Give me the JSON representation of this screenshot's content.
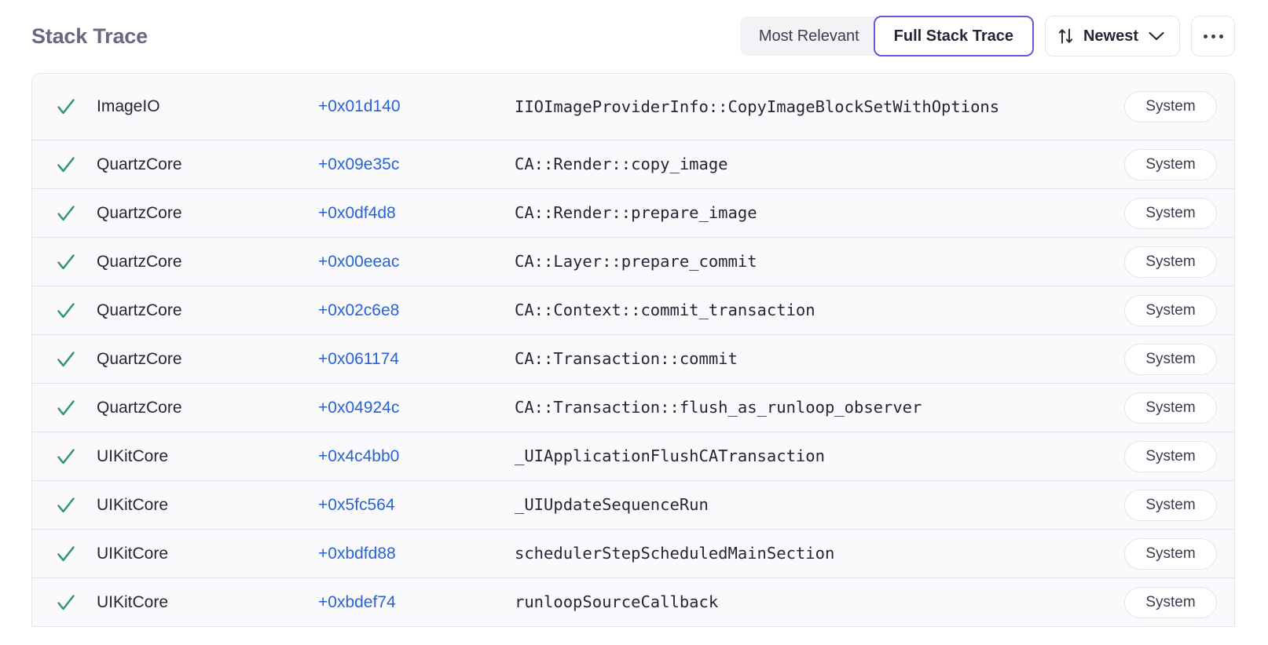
{
  "header": {
    "title": "Stack Trace",
    "segmented": {
      "options": [
        {
          "label": "Most Relevant",
          "selected": false
        },
        {
          "label": "Full Stack Trace",
          "selected": true
        }
      ]
    },
    "sort": {
      "icon": "sort-arrows-icon",
      "label": "Newest",
      "chevron": "chevron-down-icon"
    },
    "more": {
      "label": "...",
      "icon": "ellipsis-icon"
    }
  },
  "colors": {
    "accent_purple": "#6a56d6",
    "link_blue": "#2563d8",
    "check_green": "#2e9467",
    "title_gray": "#6b6782",
    "row_bg": "#fafafc",
    "border": "#e6e3ee"
  },
  "table": {
    "rows": [
      {
        "status": "resolved",
        "module": "ImageIO",
        "offset": "+0x01d140",
        "symbol": "IIOImageProviderInfo::CopyImageBlockSetWithOptions",
        "badge": "System",
        "tall": true
      },
      {
        "status": "resolved",
        "module": "QuartzCore",
        "offset": "+0x09e35c",
        "symbol": "CA::Render::copy_image",
        "badge": "System",
        "tall": false
      },
      {
        "status": "resolved",
        "module": "QuartzCore",
        "offset": "+0x0df4d8",
        "symbol": "CA::Render::prepare_image",
        "badge": "System",
        "tall": false
      },
      {
        "status": "resolved",
        "module": "QuartzCore",
        "offset": "+0x00eeac",
        "symbol": "CA::Layer::prepare_commit",
        "badge": "System",
        "tall": false
      },
      {
        "status": "resolved",
        "module": "QuartzCore",
        "offset": "+0x02c6e8",
        "symbol": "CA::Context::commit_transaction",
        "badge": "System",
        "tall": false
      },
      {
        "status": "resolved",
        "module": "QuartzCore",
        "offset": "+0x061174",
        "symbol": "CA::Transaction::commit",
        "badge": "System",
        "tall": false
      },
      {
        "status": "resolved",
        "module": "QuartzCore",
        "offset": "+0x04924c",
        "symbol": "CA::Transaction::flush_as_runloop_observer",
        "badge": "System",
        "tall": false
      },
      {
        "status": "resolved",
        "module": "UIKitCore",
        "offset": "+0x4c4bb0",
        "symbol": "_UIApplicationFlushCATransaction",
        "badge": "System",
        "tall": false
      },
      {
        "status": "resolved",
        "module": "UIKitCore",
        "offset": "+0x5fc564",
        "symbol": "_UIUpdateSequenceRun",
        "badge": "System",
        "tall": false
      },
      {
        "status": "resolved",
        "module": "UIKitCore",
        "offset": "+0xbdfd88",
        "symbol": "schedulerStepScheduledMainSection",
        "badge": "System",
        "tall": false
      },
      {
        "status": "resolved",
        "module": "UIKitCore",
        "offset": "+0xbdef74",
        "symbol": "runloopSourceCallback",
        "badge": "System",
        "tall": false
      }
    ]
  }
}
